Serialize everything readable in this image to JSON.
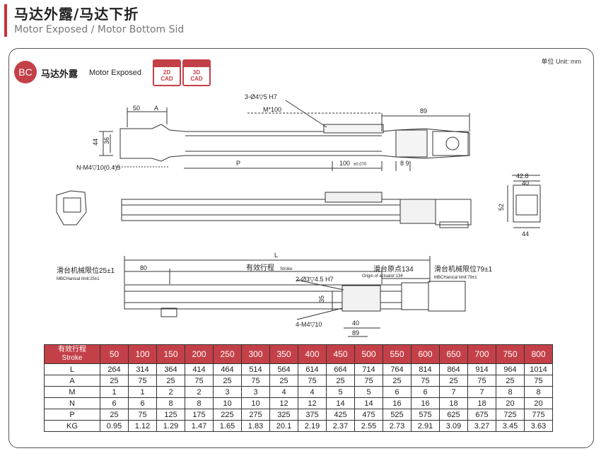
{
  "header": {
    "title_cn": "马达外露/马达下折",
    "title_en": "Motor Exposed / Motor Bottom Sid"
  },
  "section": {
    "badge": "BC",
    "label_cn": "马达外露",
    "label_en": "Motor Exposed",
    "cad_2d": [
      "2D",
      "CAD"
    ],
    "cad_3d": [
      "3D",
      "CAD"
    ],
    "unit": "单位 Unit: mm"
  },
  "drawing_labels": {
    "hole_top": "3-Ø4▽5 H7",
    "m_pitch": "M*100",
    "d89_top": "89",
    "d50": "50",
    "dA": "A",
    "d44": "44",
    "d36": "36",
    "dP": "P",
    "d100": "100",
    "d100_tol": "±0.070",
    "d8": "8 9",
    "n_holes": "N-M4▽10(0.4)5",
    "d42_8": "42.8",
    "d40_side": "40",
    "d52": "52",
    "d44_side": "44",
    "dL": "L",
    "d80": "80",
    "stroke": "有效行程",
    "stroke_en": "Stroke",
    "origin": "滑台原点134",
    "origin_en": "Origin of actuator:134",
    "limit_left": "滑台机械限位25±1",
    "limit_left_en": "MBCHanical limit:25±1",
    "limit_right": "滑台机械限位79±1",
    "limit_right_en": "MBCHanical limit:79±1",
    "hole_mid": "2-Ø3▽4.5 H7",
    "d35": "35",
    "tap_bottom": "4-M4▽10",
    "d40_bottom": "40",
    "d89_bottom": "89"
  },
  "table": {
    "header_cn": "有效行程",
    "header_en": "Stroke",
    "strokes": [
      "50",
      "100",
      "150",
      "200",
      "250",
      "300",
      "350",
      "400",
      "450",
      "500",
      "550",
      "600",
      "650",
      "700",
      "750",
      "800"
    ],
    "rows": [
      {
        "label": "L",
        "values": [
          "264",
          "314",
          "364",
          "414",
          "464",
          "514",
          "564",
          "614",
          "664",
          "714",
          "764",
          "814",
          "864",
          "914",
          "964",
          "1014"
        ]
      },
      {
        "label": "A",
        "values": [
          "25",
          "75",
          "25",
          "75",
          "25",
          "75",
          "25",
          "75",
          "25",
          "75",
          "25",
          "75",
          "25",
          "75",
          "25",
          "75"
        ]
      },
      {
        "label": "M",
        "values": [
          "1",
          "1",
          "2",
          "2",
          "3",
          "3",
          "4",
          "4",
          "5",
          "5",
          "6",
          "6",
          "7",
          "7",
          "8",
          "8"
        ]
      },
      {
        "label": "N",
        "values": [
          "6",
          "6",
          "8",
          "8",
          "10",
          "10",
          "12",
          "12",
          "14",
          "14",
          "16",
          "16",
          "18",
          "18",
          "20",
          "20"
        ]
      },
      {
        "label": "P",
        "values": [
          "25",
          "75",
          "125",
          "175",
          "225",
          "275",
          "325",
          "375",
          "425",
          "475",
          "525",
          "575",
          "625",
          "675",
          "725",
          "775"
        ]
      },
      {
        "label": "KG",
        "values": [
          "0.95",
          "1.12",
          "1.29",
          "1.47",
          "1.65",
          "1.83",
          "20.1",
          "2.19",
          "2.37",
          "2.55",
          "2.73",
          "2.91",
          "3.09",
          "3.27",
          "3.45",
          "3.63"
        ]
      }
    ]
  },
  "colors": {
    "accent": "#c8323a",
    "badge": "#c44048"
  }
}
